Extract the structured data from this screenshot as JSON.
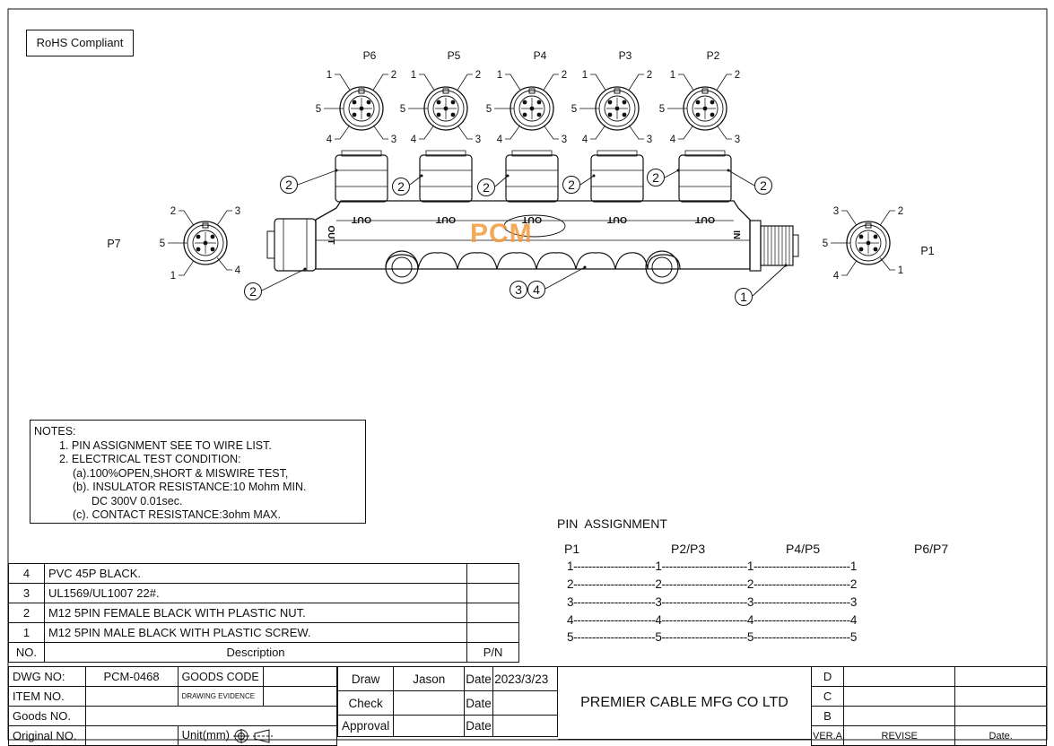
{
  "rohs": "RoHS Compliant",
  "logo": "PCM",
  "top_connectors": [
    {
      "label": "P6"
    },
    {
      "label": "P5"
    },
    {
      "label": "P4"
    },
    {
      "label": "P3"
    },
    {
      "label": "P2"
    }
  ],
  "pin_numbers": [
    "1",
    "2",
    "3",
    "4",
    "5"
  ],
  "side_connectors": {
    "left": "P7",
    "right": "P1"
  },
  "port_labels": {
    "out": "OUT",
    "in": "IN"
  },
  "callouts": [
    "1",
    "2",
    "3",
    "4"
  ],
  "notes": {
    "title": "NOTES:",
    "lines": [
      "1. PIN ASSIGNMENT SEE TO WIRE LIST.",
      "2. ELECTRICAL TEST CONDITION:",
      "(a).100%OPEN,SHORT & MISWIRE TEST,",
      "(b). INSULATOR RESISTANCE:10 Mohm MIN.",
      "DC 300V 0.01sec.",
      "(c). CONTACT RESISTANCE:3ohm MAX."
    ]
  },
  "pin_assignment": {
    "title": "PIN  ASSIGNMENT",
    "headers": [
      "P1",
      "P2/P3",
      "P4/P5",
      "P6/P7"
    ],
    "rows": [
      "1----------------------1-----------------------1--------------------------1",
      "2----------------------2-----------------------2--------------------------2",
      "3----------------------3-----------------------3--------------------------3",
      "4----------------------4-----------------------4--------------------------4",
      "5----------------------5-----------------------5--------------------------5"
    ]
  },
  "bom": {
    "rows": [
      {
        "no": "4",
        "desc": "PVC 45P BLACK.",
        "pn": ""
      },
      {
        "no": "3",
        "desc": "UL1569/UL1007 22#.",
        "pn": ""
      },
      {
        "no": "2",
        "desc": "M12 5PIN FEMALE  BLACK WITH PLASTIC NUT.",
        "pn": ""
      },
      {
        "no": "1",
        "desc": "M12 5PIN MALE  BLACK WITH PLASTIC SCREW.",
        "pn": ""
      }
    ],
    "header": {
      "no": "NO.",
      "desc": "Description",
      "pn": "P/N"
    }
  },
  "title_block": {
    "dwg_no_label": "DWG NO:",
    "dwg_no": "PCM-0468",
    "goods_code_label": "GOODS CODE",
    "item_no_label": "ITEM NO.",
    "drawing_evidence": "DRAWING EVIDENCE",
    "goods_no_label": "Goods NO.",
    "original_no_label": "Original NO.",
    "unit_label": "Unit(mm)",
    "draw_label": "Draw",
    "draw_name": "Jason",
    "date_label": "Date",
    "date_value": "2023/3/23",
    "check_label": "Check",
    "approval_label": "Approval",
    "company": "PREMIER CABLE MFG CO LTD",
    "rev_letters": [
      "D",
      "C",
      "B"
    ],
    "ver_label": "VER.A",
    "revise_label": "REVISE",
    "date2_label": "Date."
  }
}
